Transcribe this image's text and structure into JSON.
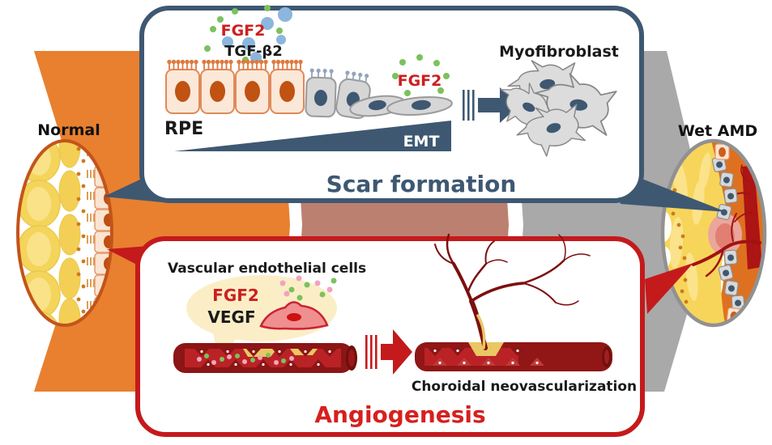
{
  "palette": {
    "orange": "#E8802F",
    "rosy_brown": "#BC8070",
    "gray": "#A9A9A9",
    "dark_blue": "#3E5872",
    "red": "#C41A1C",
    "bright_red": "#D6201F",
    "fgf2_red": "#CC2020",
    "green_dot": "#7CC15E",
    "blue_dot": "#8CB6DD",
    "pink_dot": "#F2A3BD",
    "vessel_dark_red": "#8C1515",
    "cream_bubble": "#FBEEC6"
  },
  "stages": {
    "normal_label": "Normal",
    "wet_amd_label": "Wet AMD"
  },
  "scar_box": {
    "title": "Scar formation",
    "fgf2_label": "FGF2",
    "tgfb2_label": "TGF-β2",
    "rpe_label": "RPE",
    "fgf2_mid_label": "FGF2",
    "emt_label": "EMT",
    "myofibroblast_label": "Myofibroblast"
  },
  "angiogenesis_box": {
    "title": "Angiogenesis",
    "vascular_label": "Vascular endothelial cells",
    "fgf2_label": "FGF2",
    "vegf_label": "VEGF",
    "cnv_label": "Choroidal neovascularization"
  }
}
